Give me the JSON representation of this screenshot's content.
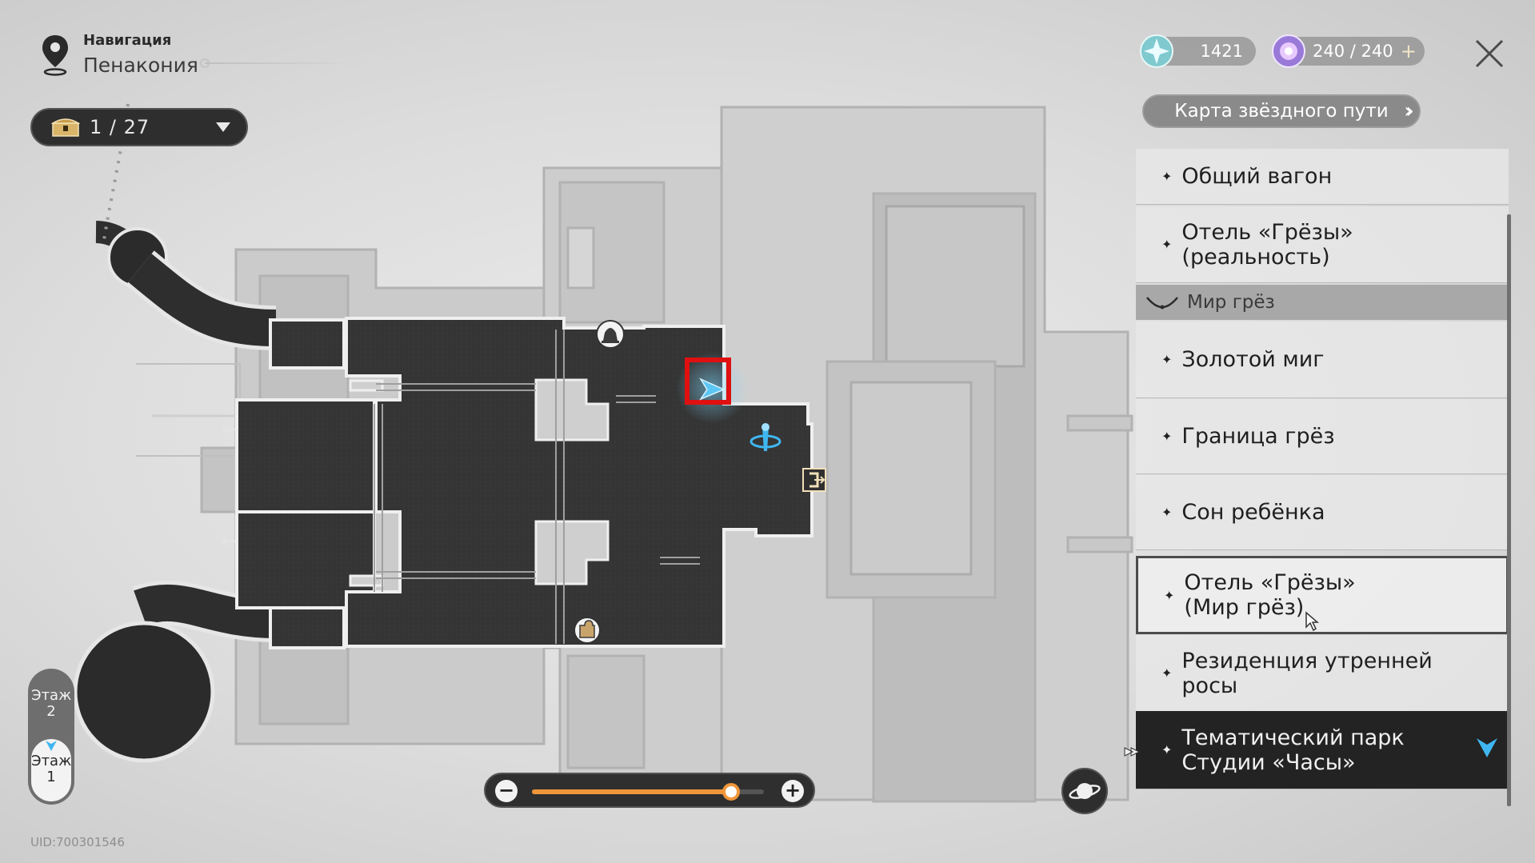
{
  "navigation": {
    "caption": "Навигация",
    "location": "Пенакония",
    "chest_counter": "1 / 27",
    "uid": "UID:700301546"
  },
  "currency": {
    "stellar_jade": "1421",
    "trailblaze_power": "240 / 240",
    "add_label": "+"
  },
  "star_map_button": "Карта звёздного пути",
  "location_list": {
    "items_top": [
      {
        "label": "Общий вагон"
      },
      {
        "label": "Отель «Грёзы» (реальность)"
      }
    ],
    "group": "Мир грёз",
    "items": [
      {
        "label": "Золотой миг"
      },
      {
        "label": "Граница грёз"
      },
      {
        "label": "Сон ребёнка"
      },
      {
        "label": "Отель «Грёзы» (Мир грёз)"
      },
      {
        "label": "Резиденция утренней росы"
      },
      {
        "label": "Тематический парк Студии «Часы»"
      }
    ],
    "hovered_index": 3,
    "active_index": 5
  },
  "floors": [
    {
      "label": "Этаж",
      "number": "2"
    },
    {
      "label": "Этаж",
      "number": "1",
      "current": true
    }
  ],
  "zoom": {
    "minus": "−",
    "plus": "+",
    "level": 0.86
  },
  "colors": {
    "accent": "#f0963a",
    "player_marker": "#3fb6f0",
    "highlight": "#e01010",
    "dark_panel": "#232323"
  },
  "map_icons": [
    "bell-icon",
    "player-arrow-icon",
    "space-anchor-icon",
    "exit-door-icon",
    "puzzle-icon"
  ]
}
